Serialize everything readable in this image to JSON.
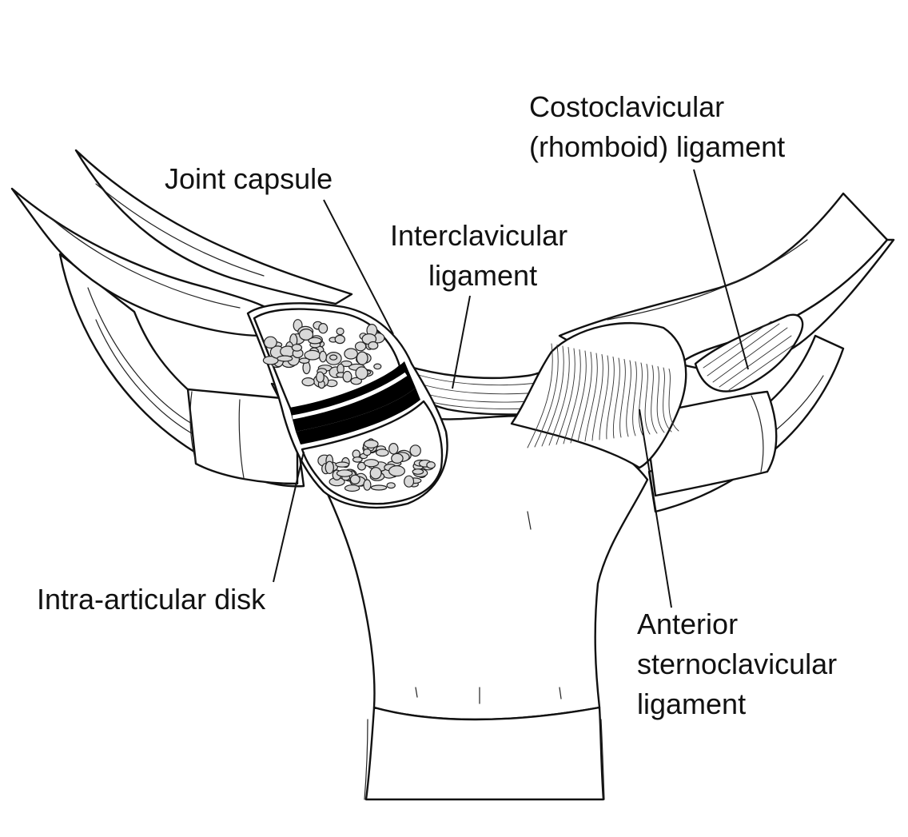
{
  "labels": {
    "joint_capsule": "Joint capsule",
    "interclavicular_line1": "Interclavicular",
    "interclavicular_line2": "ligament",
    "costoclavicular_line1": "Costoclavicular",
    "costoclavicular_line2": "(rhomboid) ligament",
    "intra_articular_disk": "Intra-articular disk",
    "anterior_sc_line1": "Anterior",
    "anterior_sc_line2": "sternoclavicular",
    "anterior_sc_line3": "ligament"
  },
  "colors": {
    "ink": "#111111",
    "paper": "#ffffff",
    "bone_cell": "#d9d9d9",
    "cartilage": "#000000"
  }
}
